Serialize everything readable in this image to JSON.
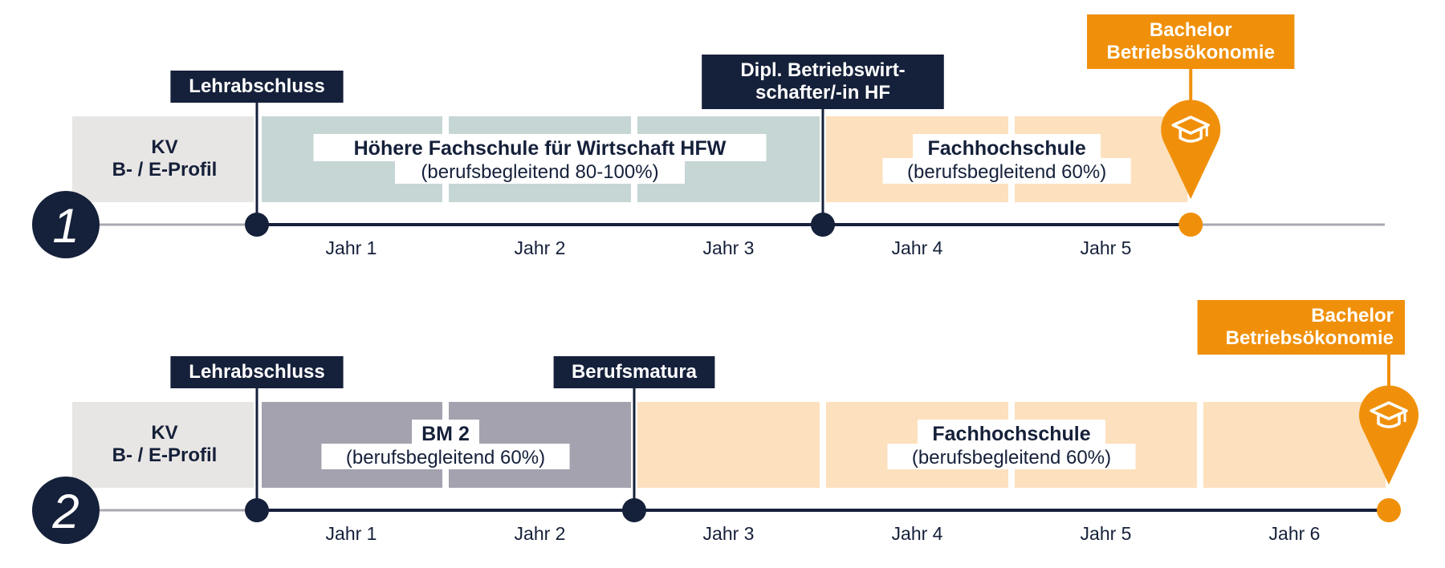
{
  "colors": {
    "navy": "#15203a",
    "orange": "#f0900a",
    "grey_box": "#e8e6e4",
    "teal_box": "#c5d6d4",
    "peach_box": "#fde0bd",
    "bm_box": "#a3a2ae",
    "axis_grey": "#a8a8b0"
  },
  "paths": [
    {
      "number": "1",
      "start_box": {
        "line1": "KV",
        "line2": "B- / E-Profil"
      },
      "milestones": [
        {
          "label_lines": [
            "Lehrabschluss"
          ],
          "at_year": 0
        },
        {
          "label_lines": [
            "Dipl. Betriebswirt-",
            "schafter/-in HF"
          ],
          "at_year": 3
        }
      ],
      "goal": {
        "label_lines": [
          "Bachelor",
          "Betriebsökonomie"
        ],
        "at_year": 4.95,
        "icon": "graduation-cap-icon"
      },
      "blocks": [
        {
          "kind": "teal",
          "from_year": 0,
          "to_year": 3,
          "title": "Höhere Fachschule für Wirtschaft HFW",
          "subtitle": "(berufsbegleitend 80-100%)"
        },
        {
          "kind": "peach",
          "from_year": 3,
          "to_year": 4.95,
          "title": "Fachhochschule",
          "subtitle": "(berufsbegleitend 60%)"
        }
      ],
      "years": [
        "Jahr 1",
        "Jahr 2",
        "Jahr 3",
        "Jahr 4",
        "Jahr 5"
      ]
    },
    {
      "number": "2",
      "start_box": {
        "line1": "KV",
        "line2": "B- / E-Profil"
      },
      "milestones": [
        {
          "label_lines": [
            "Lehrabschluss"
          ],
          "at_year": 0
        },
        {
          "label_lines": [
            "Berufsmatura"
          ],
          "at_year": 2
        }
      ],
      "goal": {
        "label_lines": [
          "Bachelor",
          "Betriebsökonomie"
        ],
        "at_year": 6,
        "icon": "graduation-cap-icon"
      },
      "blocks": [
        {
          "kind": "bm",
          "from_year": 0,
          "to_year": 2,
          "title": "BM 2",
          "subtitle": "(berufsbegleitend 60%)"
        },
        {
          "kind": "peach",
          "from_year": 2,
          "to_year": 6,
          "title": "Fachhochschule",
          "subtitle": "(berufsbegleitend 60%)"
        }
      ],
      "years": [
        "Jahr 1",
        "Jahr 2",
        "Jahr 3",
        "Jahr 4",
        "Jahr 5",
        "Jahr 6"
      ]
    }
  ]
}
